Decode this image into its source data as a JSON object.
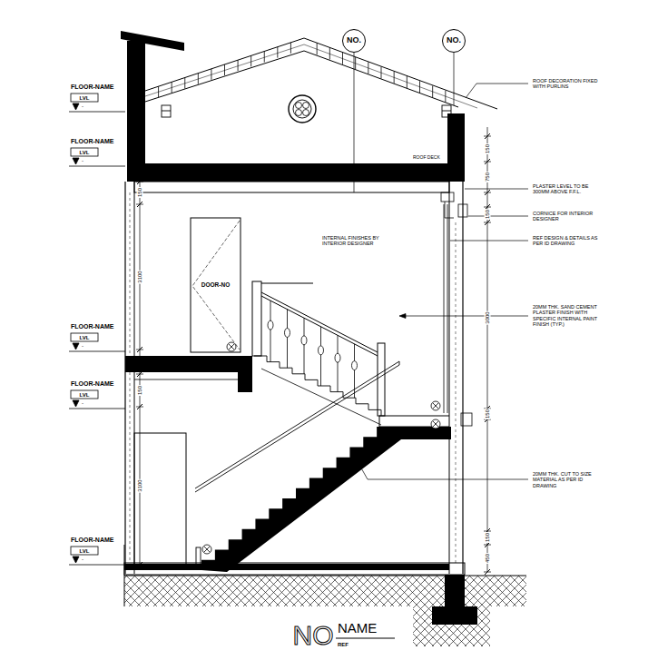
{
  "diagram": {
    "nodes": [
      {
        "text": [
          "NO."
        ]
      },
      {
        "text": [
          "NO."
        ]
      },
      {
        "text": [
          "DOOR-NO"
        ]
      }
    ],
    "edges": [],
    "labels": [
      "FLOOR-NAME",
      "LVL",
      "-",
      "FLOOR-NAME",
      "LVL",
      "-",
      "FLOOR-NAME",
      "LVL",
      "-",
      "FLOOR-NAME",
      "LVL",
      "-",
      "FLOOR-NAME",
      "LVL",
      "-",
      "ROOF DECORATION FIXED WITH PURLINS",
      "ROOF DECK",
      "PLASTER LEVEL TO BE 300MM ABOVE F.F.L.",
      "CORNICE FOR INTERIOR DESIGNER",
      "REF DESIGN & DETAILS AS PER ID DRAWING",
      "INTERNAL FINISHES BY INTERIOR DESIGNER",
      "20MM THK. SAND CEMENT PLASTER FINISH WITH SPECIFIC INTERNAL PAINT FINISH (TYP.)",
      "20MM THK. CUT TO SIZE MATERIAL AS PER ID DRAWING",
      "150",
      "3100",
      "150",
      "3100",
      "150",
      "750",
      "150",
      "3000",
      "150",
      "150",
      "450",
      "NO",
      "NAME",
      "REF"
    ]
  }
}
